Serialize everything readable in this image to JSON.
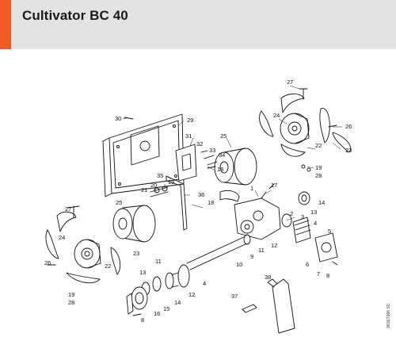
{
  "header": {
    "title": "Cultivator BC 40",
    "accent_color": "#f15a22",
    "background": "#e3e3e3"
  },
  "diagram": {
    "drawing_code": "361ET006 SC",
    "callouts": [
      "27",
      "30",
      "29",
      "24",
      "26",
      "25",
      "32",
      "31",
      "33",
      "34",
      "18",
      "22",
      "23",
      "19",
      "28",
      "35",
      "21",
      "20",
      "19",
      "36",
      "17",
      "1",
      "18",
      "25",
      "27",
      "2",
      "3",
      "13",
      "14",
      "4",
      "24",
      "10",
      "9",
      "11",
      "12",
      "5",
      "26",
      "22",
      "23",
      "11",
      "7",
      "6",
      "8",
      "38",
      "13",
      "12",
      "19",
      "28",
      "14",
      "4",
      "15",
      "16",
      "8",
      "37"
    ]
  }
}
